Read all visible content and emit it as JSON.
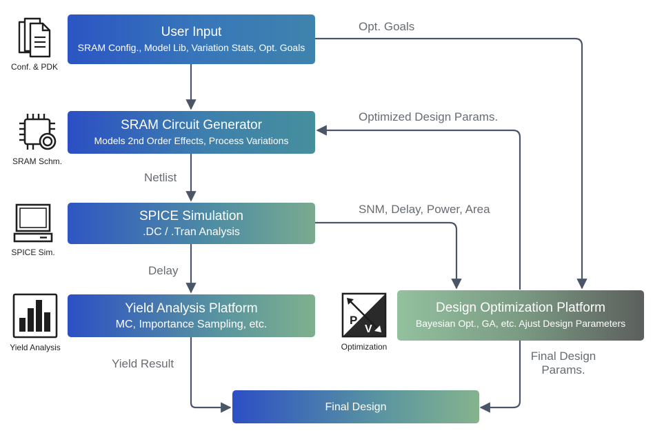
{
  "boxes": {
    "user_input": {
      "title": "User Input",
      "sub": "SRAM Config., Model Lib, Variation Stats, Opt. Goals"
    },
    "circuit_gen": {
      "title": "SRAM Circuit Generator",
      "sub": "Models 2nd Order Effects, Process Variations"
    },
    "spice": {
      "title": "SPICE Simulation",
      "sub": ".DC / .Tran Analysis"
    },
    "yield": {
      "title": "Yield Analysis Platform",
      "sub": "MC, Importance Sampling, etc."
    },
    "optimization": {
      "title": "Design Optimization Platform",
      "sub": "Bayesian Opt., GA, etc. Ajust Design Parameters"
    },
    "final": {
      "title": "Final Design"
    }
  },
  "edges": {
    "opt_goals": "Opt. Goals",
    "optimized_params": "Optimized Design Params.",
    "netlist": "Netlist",
    "metrics": "SNM, Delay, Power, Area",
    "delay": "Delay",
    "yield_result": "Yield Result",
    "final_params": "Final Design Params."
  },
  "icons": {
    "conf": {
      "name": "documents-icon",
      "label": "Conf. & PDK"
    },
    "sram": {
      "name": "chip-icon",
      "label": "SRAM Schm."
    },
    "spice": {
      "name": "computer-icon",
      "label": "SPICE Sim."
    },
    "yield": {
      "name": "bar-chart-icon",
      "label": "Yield Analysis"
    },
    "opt": {
      "name": "pv-tradeoff-icon",
      "label": "Optimization",
      "p": "P",
      "v": "V"
    }
  },
  "colors": {
    "arrow": "#4a5568",
    "icon": "#1e1e1e"
  }
}
